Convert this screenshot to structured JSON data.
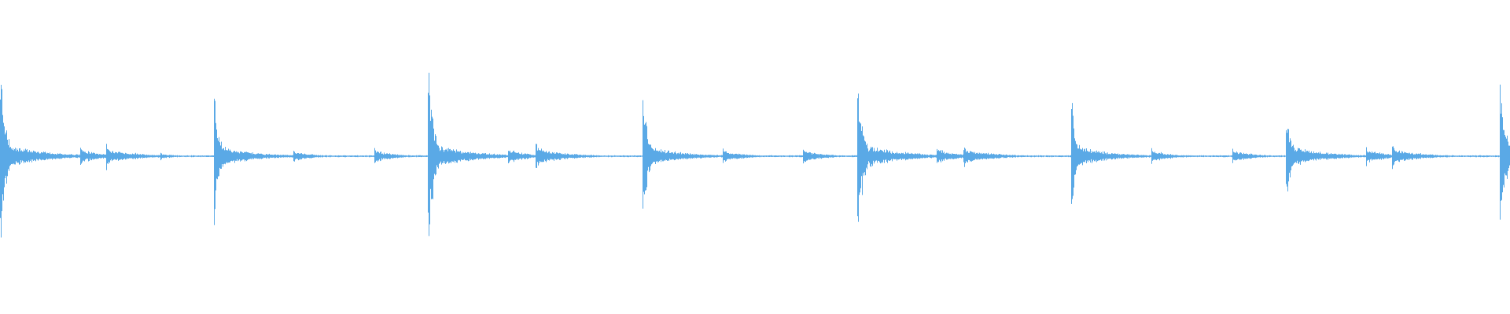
{
  "waveform": {
    "color": "#5aa9e6",
    "baseline_amplitude": 0.008,
    "hits": [
      {
        "t": 0.0,
        "peak": 0.84,
        "decay": 0.055,
        "body": 0.12
      },
      {
        "t": 0.053,
        "peak": 0.1,
        "decay": 0.03,
        "body": 0.06
      },
      {
        "t": 0.0705,
        "peak": 0.13,
        "decay": 0.045,
        "body": 0.06
      },
      {
        "t": 0.089,
        "peak": 0.04,
        "decay": 0.04,
        "body": 0.02
      },
      {
        "t": 0.106,
        "peak": 0.04,
        "decay": 0.03,
        "body": 0.02
      },
      {
        "t": 0.1415,
        "peak": 0.62,
        "decay": 0.05,
        "body": 0.1
      },
      {
        "t": 0.1945,
        "peak": 0.07,
        "decay": 0.03,
        "body": 0.04
      },
      {
        "t": 0.248,
        "peak": 0.07,
        "decay": 0.03,
        "body": 0.05
      },
      {
        "t": 0.2835,
        "peak": 0.85,
        "decay": 0.055,
        "body": 0.12
      },
      {
        "t": 0.3365,
        "peak": 0.1,
        "decay": 0.03,
        "body": 0.06
      },
      {
        "t": 0.3545,
        "peak": 0.14,
        "decay": 0.045,
        "body": 0.07
      },
      {
        "t": 0.4255,
        "peak": 0.6,
        "decay": 0.05,
        "body": 0.1
      },
      {
        "t": 0.4785,
        "peak": 0.08,
        "decay": 0.03,
        "body": 0.05
      },
      {
        "t": 0.532,
        "peak": 0.06,
        "decay": 0.03,
        "body": 0.05
      },
      {
        "t": 0.5675,
        "peak": 0.8,
        "decay": 0.055,
        "body": 0.12
      },
      {
        "t": 0.6205,
        "peak": 0.1,
        "decay": 0.03,
        "body": 0.06
      },
      {
        "t": 0.638,
        "peak": 0.11,
        "decay": 0.045,
        "body": 0.06
      },
      {
        "t": 0.7095,
        "peak": 0.55,
        "decay": 0.05,
        "body": 0.1
      },
      {
        "t": 0.7625,
        "peak": 0.08,
        "decay": 0.03,
        "body": 0.05
      },
      {
        "t": 0.816,
        "peak": 0.07,
        "decay": 0.03,
        "body": 0.05
      },
      {
        "t": 0.8515,
        "peak": 0.46,
        "decay": 0.05,
        "body": 0.1
      },
      {
        "t": 0.9045,
        "peak": 0.1,
        "decay": 0.03,
        "body": 0.06
      },
      {
        "t": 0.922,
        "peak": 0.11,
        "decay": 0.045,
        "body": 0.06
      },
      {
        "t": 0.993,
        "peak": 0.8,
        "decay": 0.055,
        "body": 0.12
      }
    ]
  }
}
